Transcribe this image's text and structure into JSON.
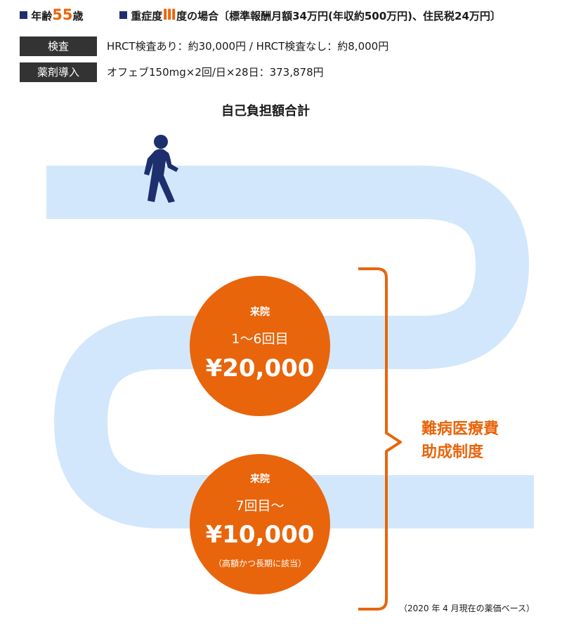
{
  "header": {
    "age_prefix": "年齢",
    "age_value": "55",
    "age_suffix": "歳",
    "severity_prefix": "重症度",
    "severity_value": "Ⅲ",
    "severity_suffix": "度の場合〔標準報酬月額34万円(年収約500万円)、住民税24万円〕",
    "highlight_color": "#e8650b",
    "bullet_color": "#1e2f6e"
  },
  "rows": [
    {
      "label": "検査",
      "text": "HRCT検査あり：約30,000円 / HRCT検査なし：約8,000円"
    },
    {
      "label": "薬剤導入",
      "text": "オフェブ150mg×2回/日×28日：373,878円"
    }
  ],
  "total_title": "自己負担額合計",
  "circles": [
    {
      "visit": "来院",
      "range": "1〜6回目",
      "amount": "¥20,000",
      "note": ""
    },
    {
      "visit": "来院",
      "range": "7回目〜",
      "amount": "¥10,000",
      "note": "（高額かつ長期に該当）"
    }
  ],
  "subsidy": {
    "line1": "難病医療費",
    "line2": "助成制度"
  },
  "footnote": "（2020 年 4 月現在の薬価ベース）",
  "colors": {
    "road": "#d2e7fb",
    "orange": "#e8650b",
    "figure": "#1e2f6e"
  }
}
